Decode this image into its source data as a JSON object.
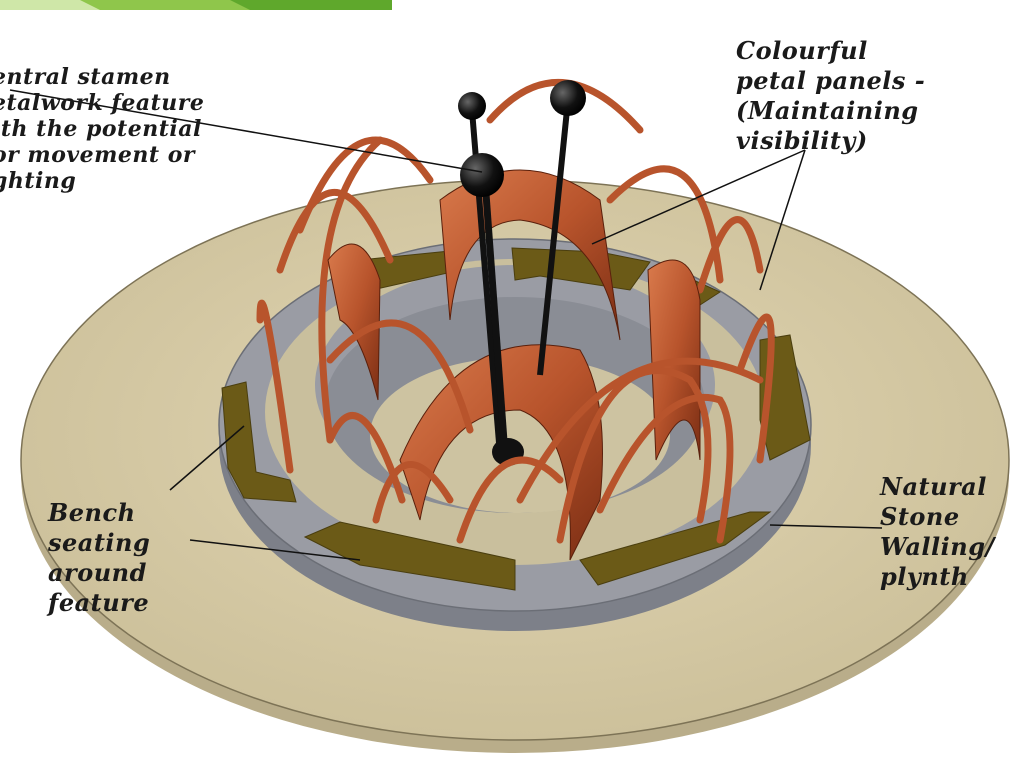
{
  "labels": {
    "stamen": [
      "entral stamen",
      "etalwork feature",
      "ith the potential",
      "or movement or",
      "ghting"
    ],
    "petal": [
      "Colourful",
      "petal panels -",
      "(Maintaining",
      "visibility)"
    ],
    "bench": [
      "Bench",
      "seating",
      "around",
      "feature"
    ],
    "stone": [
      "Natural",
      "Stone",
      "Walling/",
      "plynth"
    ]
  },
  "colors": {
    "plinth_top": "#d8cba6",
    "plinth_edge": "#b9ad8a",
    "wall_grey": "#9a9ca4",
    "wall_grey_dark": "#7d8089",
    "inner_floor": "#c9bf9d",
    "bench_olive": "#6b5a17",
    "copper": "#b8542c",
    "copper_dark": "#7a2d13",
    "stamen_black": "#111111",
    "corner_green": "#8fc64b"
  }
}
